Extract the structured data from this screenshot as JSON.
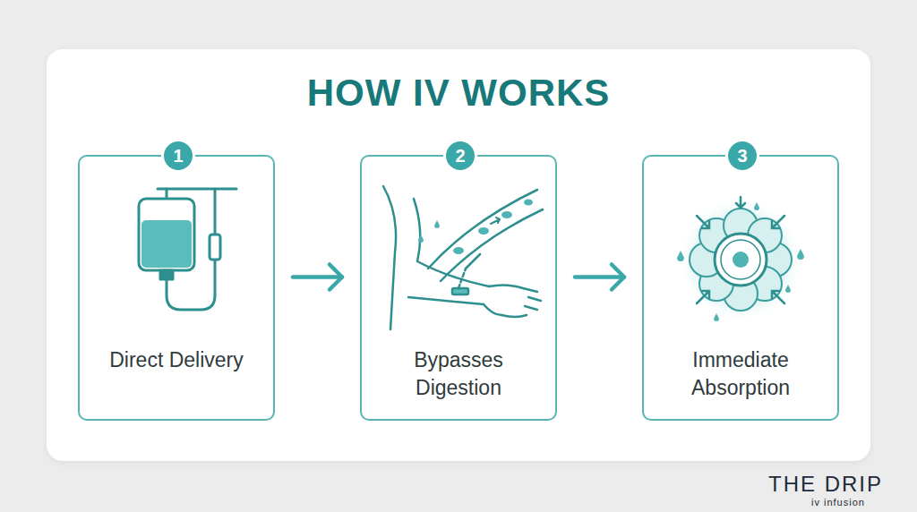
{
  "diagram": {
    "title": "HOW IV WORKS",
    "nodes": [
      {
        "text": [
          "Direct Delivery"
        ]
      },
      {
        "text": [
          "1"
        ],
        "in": 0
      },
      {
        "text": [
          "Bypasses Digestion"
        ]
      },
      {
        "text": [
          "2"
        ],
        "in": 2
      },
      {
        "text": [
          "Immediate Absorption"
        ]
      },
      {
        "text": [
          "3"
        ],
        "in": 4
      }
    ],
    "edges": [
      {
        "from": 0,
        "to": 2,
        "arrow": "to"
      },
      {
        "from": 2,
        "to": 4,
        "arrow": "to"
      }
    ],
    "labels": [
      "THE DRIP",
      "iv infusion"
    ]
  }
}
